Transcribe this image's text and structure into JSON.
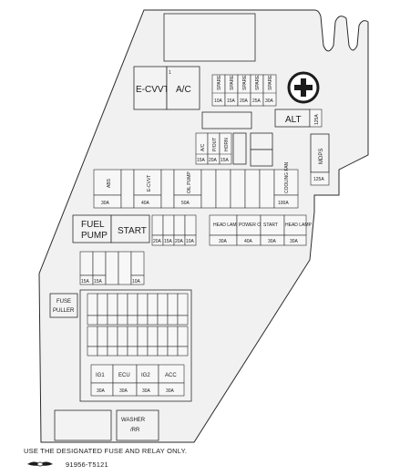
{
  "labels": {
    "ecvvt": "E-CVVT",
    "ac_relay": "A/C",
    "alt": "ALT",
    "mdps": "MDPS",
    "fuel_pump_line1": "FUEL",
    "fuel_pump_line2": "PUMP",
    "start": "START",
    "fuse_puller_line1": "FUSE",
    "fuse_puller_line2": "PULLER",
    "washer_line1": "WASHER",
    "washer_line2": "/RR",
    "ig1": "IG1",
    "ecu": "ECU",
    "ig2": "IG2",
    "acc": "ACC",
    "relay_ac": "A/C",
    "relay_horn": "HORN",
    "relay_power_outlet": "POWER OUTLET",
    "relay_head_lamp": "HEAD LAMP",
    "relay_cooling_fan": "COOLING FAN",
    "relay_start": "START",
    "relay_oil_pump": "OIL PUMP",
    "relay_abs": "ABS",
    "relay_ecvvt": "E-CVVT",
    "spare": "SPARE",
    "rating_10a": "10A",
    "rating_15a": "15A",
    "rating_20a": "20A",
    "rating_25a": "25A",
    "rating_30a": "30A",
    "rating_40a": "40A",
    "rating_50a": "50A",
    "rating_100a": "100A",
    "rating_125a": "125A"
  },
  "footer": {
    "notice": "USE THE DESIGNATED FUSE AND RELAY ONLY.",
    "part_number": "91956-T5121"
  },
  "colors": {
    "panel": "#f1f1f1",
    "outline": "#2b2b2b"
  }
}
